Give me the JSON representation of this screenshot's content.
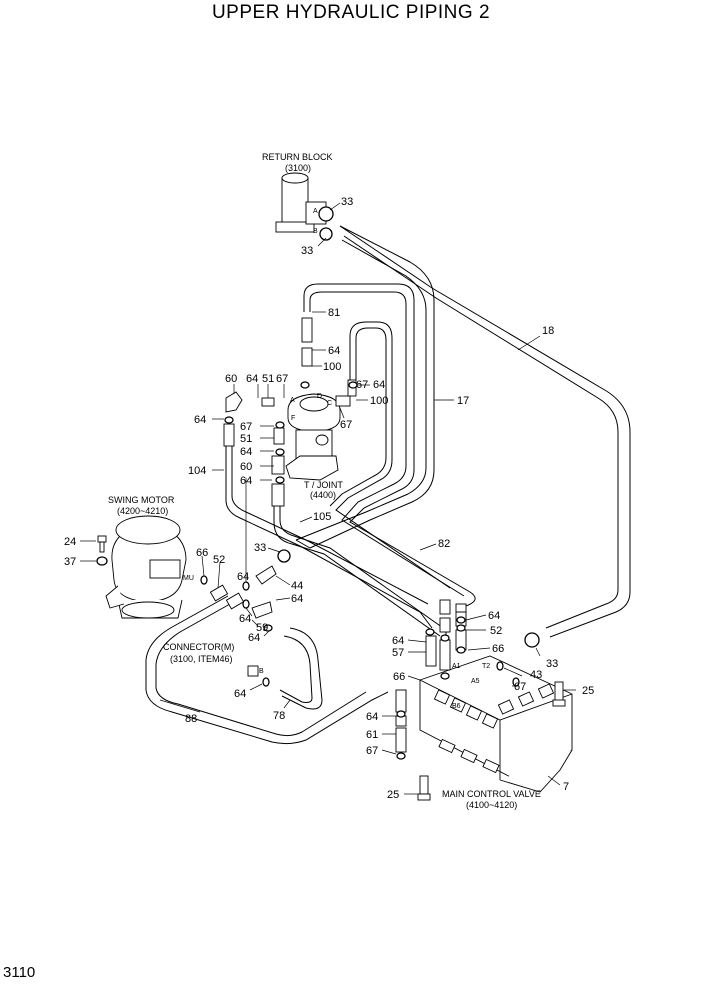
{
  "title": "UPPER HYDRAULIC PIPING 2",
  "page_number": "3110",
  "components": {
    "return_block": {
      "name": "RETURN BLOCK",
      "ref": "(3100)"
    },
    "turning_joint": {
      "name": "T / JOINT",
      "ref": "(4400)"
    },
    "swing_motor": {
      "name": "SWING MOTOR",
      "ref": "(4200~4210)"
    },
    "connector": {
      "name": "CONNECTOR(M)",
      "ref": "(3100, ITEM46)"
    },
    "main_control_valve": {
      "name": "MAIN CONTROL VALVE",
      "ref": "(4100~4120)"
    }
  },
  "port_marks": {
    "a": "A",
    "b": "B",
    "d": "D",
    "a_tj": "A",
    "c": "C",
    "f": "F",
    "mu": "MU",
    "t2": "T2",
    "a1": "A1",
    "a5": "A5",
    "b6": "B6",
    "b_mcv": "B"
  },
  "callouts": {
    "c33_top": "33",
    "c33_left": "33",
    "c81": "81",
    "c64_a": "64",
    "c100_a": "100",
    "c18": "18",
    "c60_top": "60",
    "c64_top": "64",
    "c51_top": "51",
    "c67_top": "67",
    "c67_r": "67",
    "c64_r": "64",
    "c100_r": "100",
    "c17": "17",
    "c67_rr": "67",
    "c64_l": "64",
    "c67_l": "67",
    "c51_l": "51",
    "c64_l2": "64",
    "c60_l": "60",
    "c64_l3": "64",
    "c104": "104",
    "c105": "105",
    "c82": "82",
    "c24": "24",
    "c37": "37",
    "c66_sm": "66",
    "c52_sm": "52",
    "c33_mid": "33",
    "c64_sm": "64",
    "c44": "44",
    "c64_sm2": "64",
    "c64_sm3": "64",
    "c59": "59",
    "c64_sm4": "64",
    "c64_r2": "64",
    "c52_r": "52",
    "c64_mv": "64",
    "c57": "57",
    "c66_r": "66",
    "c33_r": "33",
    "c43": "43",
    "c67_mv": "67",
    "c25_r": "25",
    "c64_con": "64",
    "c88": "88",
    "c78": "78",
    "c66_mv": "66",
    "c64_mv2": "64",
    "c61": "61",
    "c67_mv2": "67",
    "c25_b": "25",
    "c7": "7"
  }
}
